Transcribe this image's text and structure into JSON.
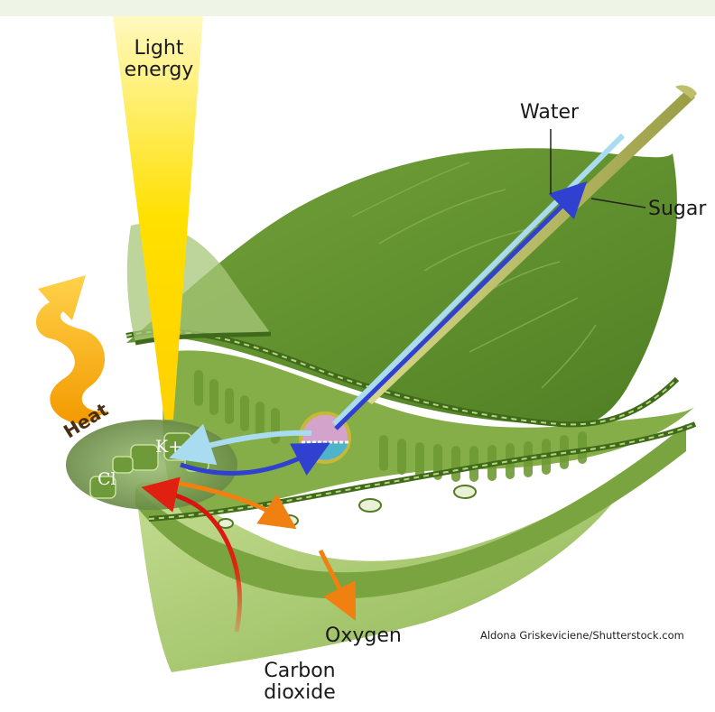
{
  "labels": {
    "light": [
      "Light",
      "energy"
    ],
    "water": "Water",
    "sugar": "Sugar",
    "heat": "Heat",
    "oxygen": "Oxygen",
    "co2": [
      "Carbon",
      "dioxide"
    ],
    "k_ion": "K+",
    "cl_ion": "Cl"
  },
  "credit": "Aldona Griskeviciene/Shutterstock.com",
  "colors": {
    "background_band": "#eef4e6",
    "leaf_dark": "#5f8f2e",
    "leaf_light": "#a8cc6a",
    "light_beam": "#ffe000",
    "heat": "#f5a300",
    "water_arrow": "#a9dcf0",
    "sugar_arrow": "#3040d0",
    "oxygen_arrow": "#f08010",
    "co2_arrow": "#e02010"
  }
}
